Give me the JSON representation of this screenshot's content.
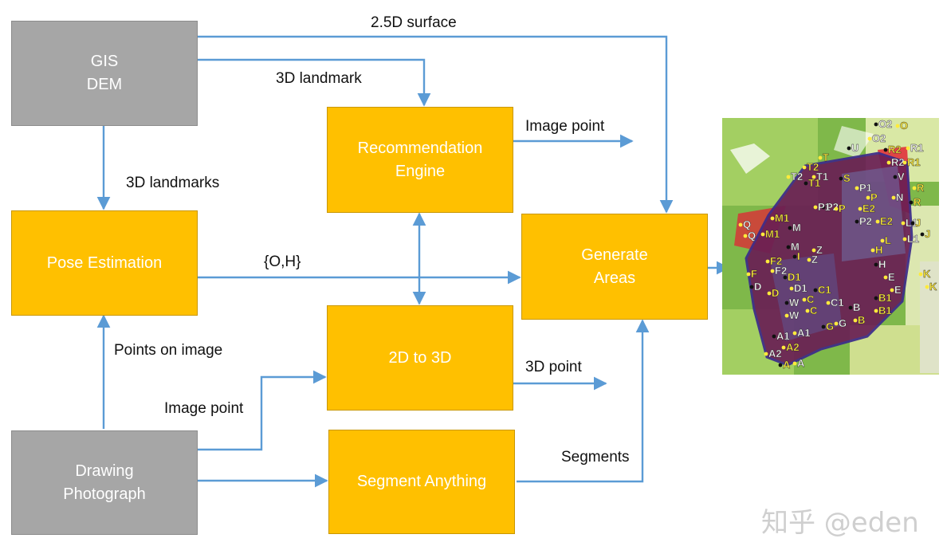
{
  "nodes": {
    "gis": {
      "line1": "GIS",
      "line2": "DEM"
    },
    "recommendation": {
      "line1": "Recommendation",
      "line2": "Engine"
    },
    "pose": {
      "label": "Pose Estimation"
    },
    "generate": {
      "line1": "Generate",
      "line2": "Areas"
    },
    "twod3d": {
      "label": "2D to 3D"
    },
    "drawing": {
      "line1": "Drawing",
      "line2": "Photograph"
    },
    "segment": {
      "label": "Segment Anything"
    }
  },
  "edges": {
    "surface": "2.5D surface",
    "landmark": "3D landmark",
    "landmarks": "3D landmarks",
    "image_point_out": "Image point",
    "oh": "{O,H}",
    "points_on_image": "Points on image",
    "image_point_in": "Image point",
    "point_3d": "3D point",
    "segments": "Segments"
  },
  "map_labels": [
    "O2",
    "O",
    "O2",
    "R2",
    "R1",
    "T",
    "U",
    "T2",
    "T1",
    "S",
    "R2",
    "R1",
    "V",
    "R",
    "T2",
    "T1",
    "P1",
    "P",
    "P2",
    "E2",
    "N",
    "R",
    "P1",
    "P",
    "P2",
    "E2",
    "L1",
    "J",
    "Q",
    "M1",
    "M",
    "L",
    "L1",
    "J",
    "Q",
    "M1",
    "M",
    "F2",
    "Z",
    "I",
    "Z",
    "H",
    "H",
    "F",
    "F2",
    "D1",
    "E",
    "K",
    "D",
    "D",
    "D1",
    "C1",
    "E",
    "K",
    "W",
    "C",
    "C1",
    "B1",
    "W",
    "C",
    "B",
    "B1",
    "A1",
    "G",
    "G",
    "B",
    "A1",
    "A2",
    "A2",
    "A",
    "A"
  ],
  "watermark": "知乎 @eden",
  "colors": {
    "gray": "#a6a6a6",
    "gold": "#ffc000",
    "arrow": "#5b9bd5"
  }
}
